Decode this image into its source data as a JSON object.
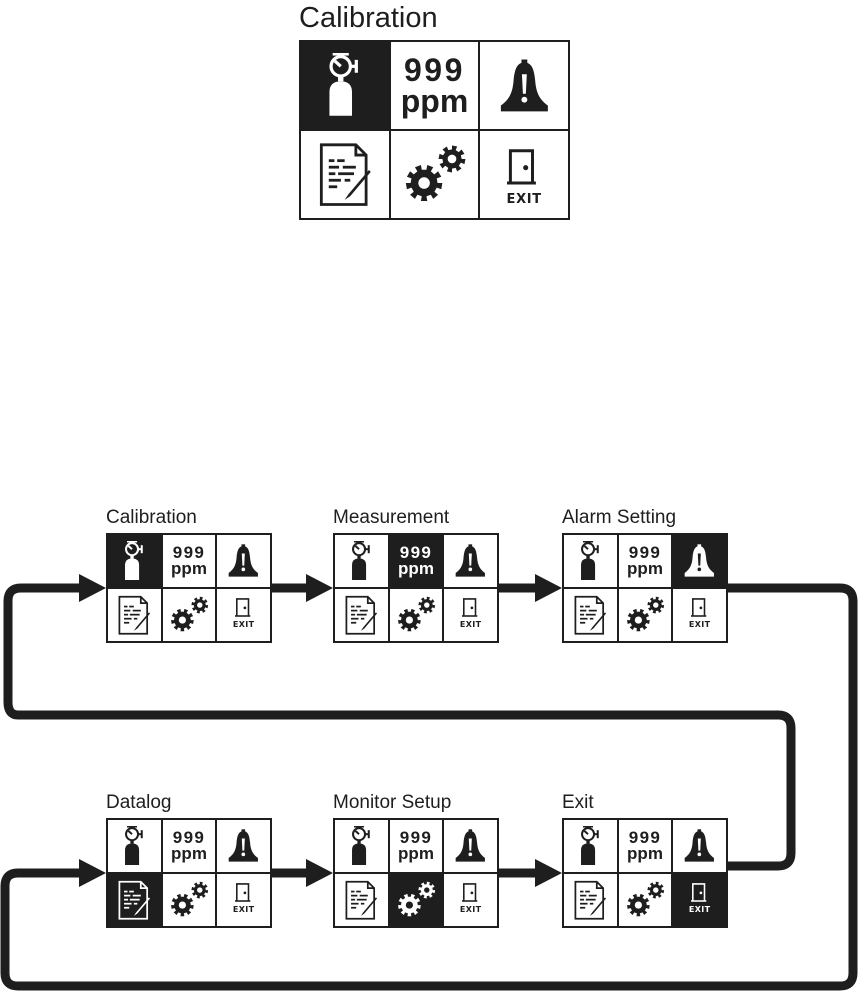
{
  "hero": {
    "title": "Calibration",
    "highlighted": "calibration"
  },
  "menu": {
    "ppm_value": "999",
    "ppm_unit": "ppm",
    "exit_label": "EXIT"
  },
  "screens": [
    {
      "title": "Calibration",
      "highlighted": "calibration"
    },
    {
      "title": "Measurement",
      "highlighted": "measurement"
    },
    {
      "title": "Alarm Setting",
      "highlighted": "alarm"
    },
    {
      "title": "Datalog",
      "highlighted": "datalog"
    },
    {
      "title": "Monitor Setup",
      "highlighted": "setup"
    },
    {
      "title": "Exit",
      "highlighted": "exit"
    }
  ],
  "colors": {
    "ink": "#1e1e1e",
    "paper": "#ffffff"
  }
}
